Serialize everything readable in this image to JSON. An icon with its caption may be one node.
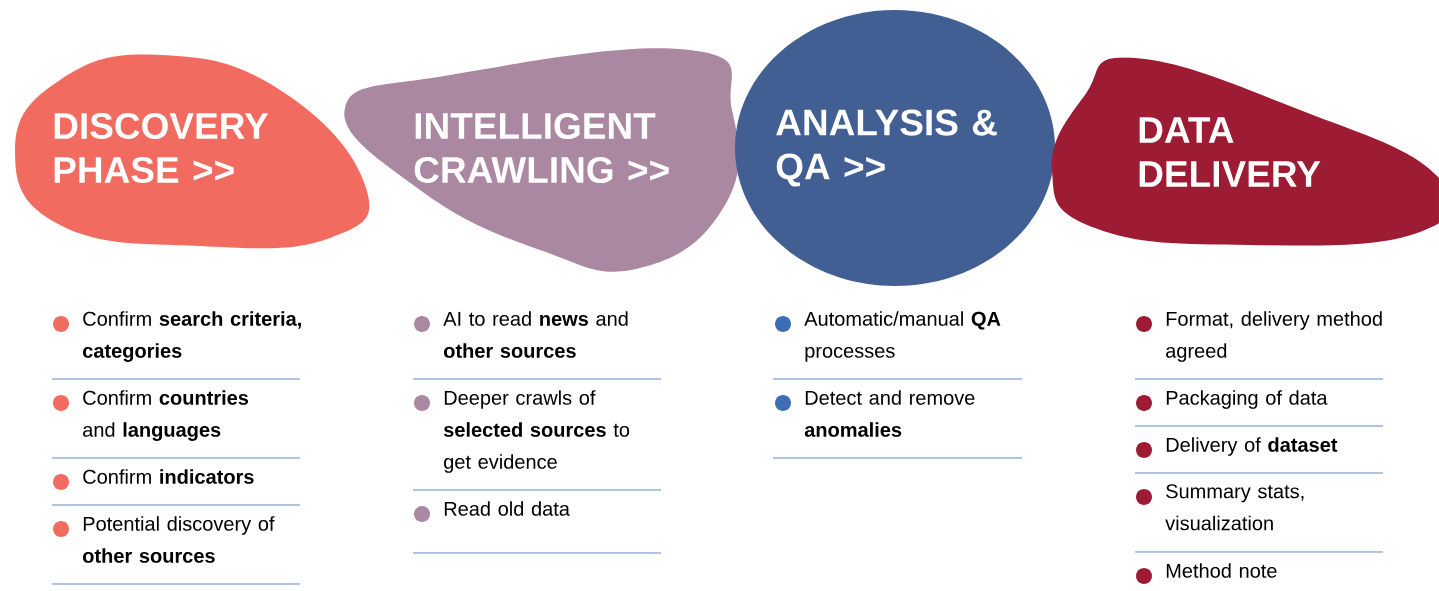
{
  "diagram": {
    "nodes": [
      {
        "text": [
          "DISCOVERY PHASE >>"
        ]
      },
      {
        "text": [
          "INTELLIGENT CRAWLING >>"
        ]
      },
      {
        "text": [
          "ANALYSIS & QA >>"
        ]
      },
      {
        "text": [
          "DATA DELIVERY"
        ]
      }
    ],
    "labels": [
      "Confirm **search criteria, categories**",
      "Confirm **countries** and **languages**",
      "Confirm **indicators**",
      "Potential discovery of **other sources**",
      "AI to read **news** and **other sources**",
      "Deeper crawls of **selected sources** to get evidence",
      "Read old data",
      "Automatic/manual **QA** processes",
      "Detect and remove **anomalies**",
      "Format, delivery method agreed",
      "Packaging of data",
      "Delivery of **dataset**",
      "Summary stats, visualization",
      "Method note"
    ]
  }
}
